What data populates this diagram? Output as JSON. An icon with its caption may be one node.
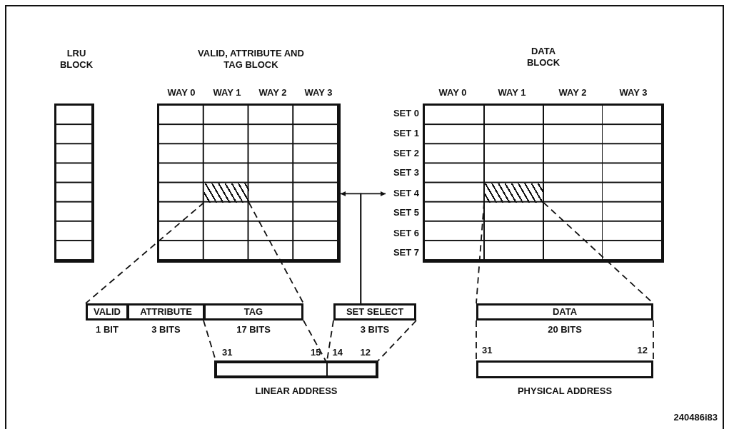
{
  "diagram": {
    "nodes": [
      {
        "text": [
          "LRU BLOCK"
        ]
      },
      {
        "text": [
          "VALID, ATTRIBUTE AND TAG BLOCK"
        ]
      },
      {
        "text": [],
        "shape": "box",
        "in": 1
      },
      {
        "text": [
          "DATA BLOCK"
        ]
      },
      {
        "text": [],
        "shape": "box",
        "in": 3
      },
      {
        "text": [
          "VALID"
        ],
        "beside": [
          "1 BIT"
        ]
      },
      {
        "text": [
          "ATTRIBUTE"
        ],
        "beside": [
          "3 BITS"
        ]
      },
      {
        "text": [
          "TAG"
        ],
        "beside": [
          "17 BITS"
        ]
      },
      {
        "text": [
          "SET SELECT"
        ],
        "beside": [
          "3 BITS"
        ]
      },
      {
        "text": [
          "DATA"
        ],
        "beside": [
          "20 BITS"
        ]
      },
      {
        "text": [
          "LINEAR ADDRESS"
        ]
      },
      {
        "text": [],
        "shape": "box",
        "in": 10,
        "beside": [
          "31",
          "15"
        ]
      },
      {
        "text": [],
        "shape": "box",
        "in": 10,
        "beside": [
          "14",
          "12"
        ]
      },
      {
        "text": [
          "PHYSICAL ADDRESS"
        ],
        "beside": [
          "31",
          "12"
        ]
      }
    ],
    "edges": [
      {
        "from": 2,
        "to": 5,
        "arrow": "none",
        "style": "dashed"
      },
      {
        "from": 2,
        "to": 7,
        "arrow": "none",
        "style": "dashed"
      },
      {
        "from": 7,
        "to": 11,
        "arrow": "none",
        "style": "dashed"
      },
      {
        "from": 7,
        "to": 11,
        "arrow": "none",
        "style": "dashed"
      },
      {
        "from": 8,
        "to": 12,
        "arrow": "none",
        "style": "dashed"
      },
      {
        "from": 8,
        "to": 12,
        "arrow": "none",
        "style": "dashed"
      },
      {
        "from": 8,
        "to": 1,
        "arrow": "to"
      },
      {
        "from": 8,
        "to": 3,
        "arrow": "to"
      },
      {
        "from": 4,
        "to": 9,
        "arrow": "none",
        "style": "dashed"
      },
      {
        "from": 4,
        "to": 9,
        "arrow": "none",
        "style": "dashed"
      },
      {
        "from": 9,
        "to": 13,
        "arrow": "none",
        "style": "dashed"
      },
      {
        "from": 9,
        "to": 13,
        "arrow": "none",
        "style": "dashed"
      }
    ],
    "labels": [
      "WAY 0",
      "WAY 1",
      "WAY 2",
      "WAY 3",
      "WAY 0",
      "WAY 1",
      "WAY 2",
      "WAY 3",
      "SET 0",
      "SET 1",
      "SET 2",
      "SET 3",
      "SET 4",
      "SET 5",
      "SET 6",
      "SET 7",
      "240486i83"
    ]
  }
}
